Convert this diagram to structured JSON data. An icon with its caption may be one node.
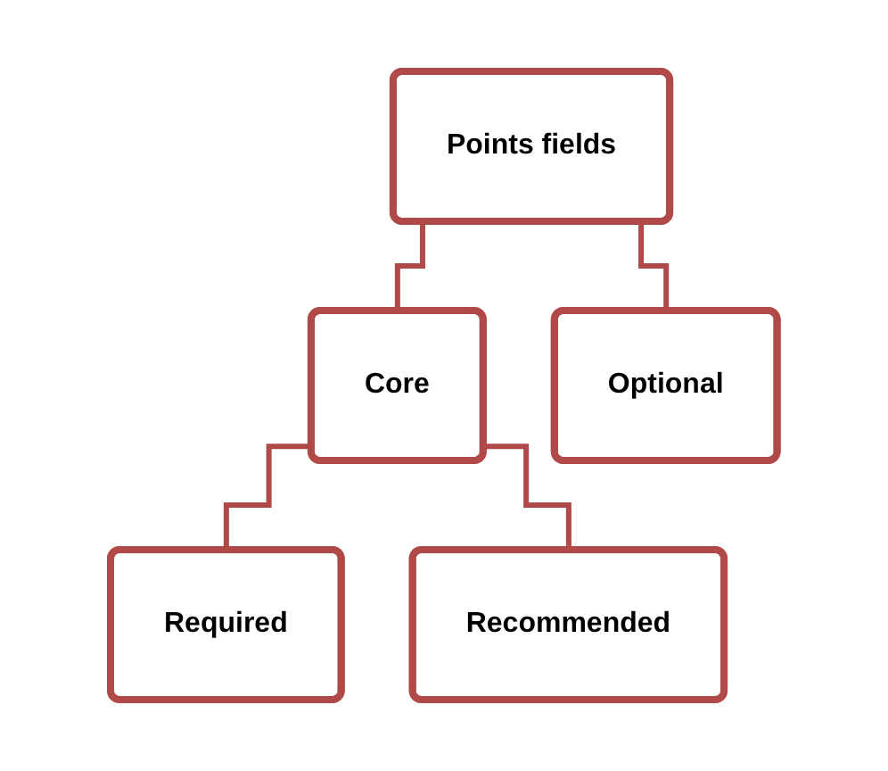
{
  "diagram": {
    "nodes": [
      {
        "text": [
          "Points fields"
        ]
      },
      {
        "text": [
          "Core"
        ]
      },
      {
        "text": [
          "Optional"
        ]
      },
      {
        "text": [
          "Required"
        ]
      },
      {
        "text": [
          "Recommended"
        ]
      }
    ],
    "edges": [
      {
        "from": 0,
        "to": 1,
        "arrow": "none"
      },
      {
        "from": 0,
        "to": 2,
        "arrow": "none"
      },
      {
        "from": 1,
        "to": 3,
        "arrow": "none"
      },
      {
        "from": 1,
        "to": 4,
        "arrow": "none"
      }
    ]
  }
}
